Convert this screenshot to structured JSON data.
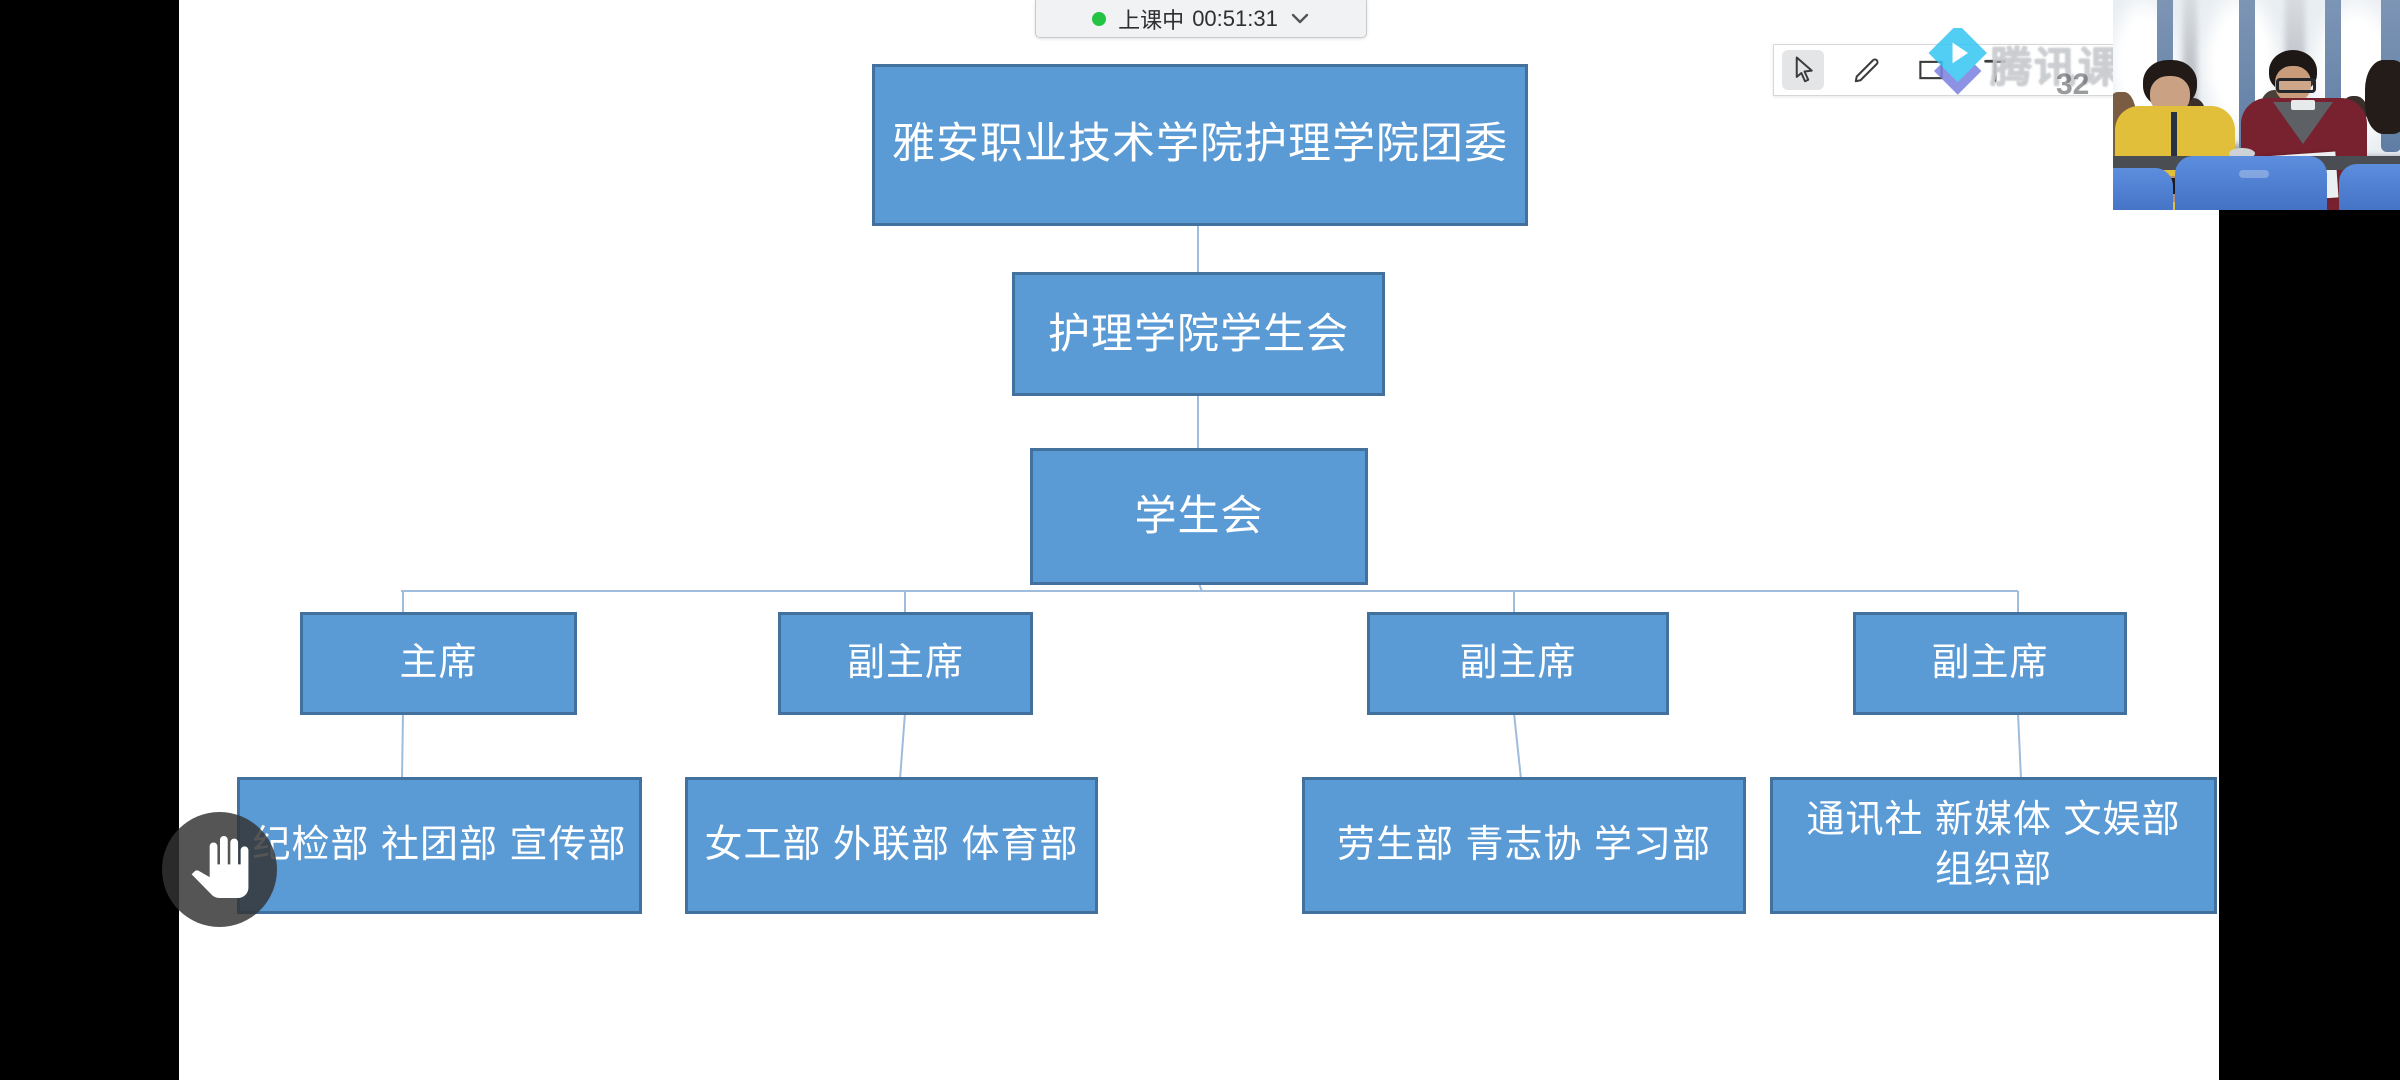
{
  "status_bar": {
    "status": "上课中",
    "timer": "00:51:31"
  },
  "toolbar": {
    "tools": [
      "cursor-select-icon",
      "pen-icon",
      "rectangle-icon",
      "text-icon"
    ],
    "selected_tool": "cursor-select"
  },
  "watermark": {
    "text_visible": "腾讯课",
    "id_fragment": "32",
    "logo": "tencent-classroom-logo"
  },
  "org_chart": {
    "level1": {
      "label": "雅安职业技术学院护理学院团委"
    },
    "level2": {
      "label": "护理学院学生会"
    },
    "level3": {
      "label": "学生会"
    },
    "level4": [
      {
        "label": "主席"
      },
      {
        "label": "副主席"
      },
      {
        "label": "副主席"
      },
      {
        "label": "副主席"
      }
    ],
    "level5": [
      {
        "label": "纪检部 社团部 宣传部"
      },
      {
        "label": "女工部 外联部 体育部"
      },
      {
        "label": "劳生部 青志协 学习部"
      },
      {
        "label": "通讯社 新媒体 文娱部 组织部"
      }
    ]
  },
  "cursor": {
    "type": "hand"
  },
  "webcam": {
    "description": "classroom video feed"
  },
  "colors": {
    "node_fill": "#5b9bd5",
    "node_border": "#41719c",
    "connector": "#9fbcdc",
    "status_green": "#23c343",
    "chrome_bg": "#f1f2f3",
    "chair_blue": "#4a7fd0"
  }
}
